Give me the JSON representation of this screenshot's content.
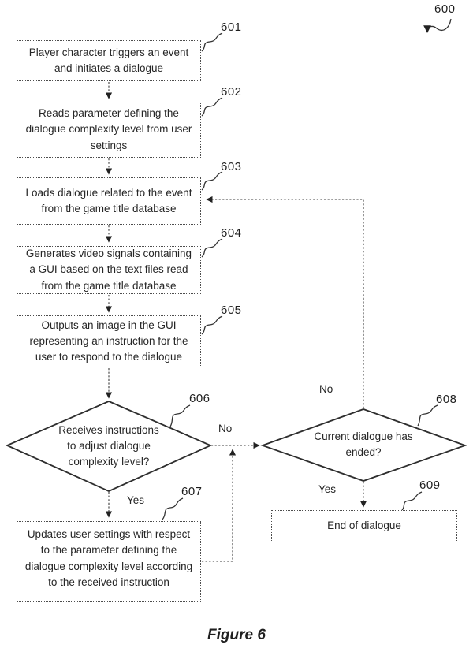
{
  "figure": {
    "reference": "600",
    "caption": "Figure 6"
  },
  "boxes": [
    {
      "ref": "601",
      "lines": [
        "Player character triggers an event",
        "and initiates a dialogue"
      ]
    },
    {
      "ref": "602",
      "lines": [
        "Reads parameter defining the",
        "dialogue complexity level from user",
        "settings"
      ]
    },
    {
      "ref": "603",
      "lines": [
        "Loads dialogue related to the event",
        "from the game title database"
      ]
    },
    {
      "ref": "604",
      "lines": [
        "Generates video signals containing",
        "a GUI based on the text files read",
        "from the game title database"
      ]
    },
    {
      "ref": "605",
      "lines": [
        "Outputs an image in the GUI",
        "representing an instruction for the",
        "user to respond to the dialogue"
      ]
    },
    {
      "ref": "607",
      "lines": [
        "Updates user settings with respect",
        "to the parameter defining the",
        "dialogue complexity level according",
        "to the received instruction"
      ]
    },
    {
      "ref": "609",
      "lines": [
        "End of dialogue"
      ]
    }
  ],
  "decisions": [
    {
      "ref": "606",
      "lines": [
        "Receives instructions",
        "to adjust dialogue",
        "complexity level?"
      ],
      "yes_label": "Yes",
      "no_label": "No"
    },
    {
      "ref": "608",
      "lines": [
        "Current dialogue has",
        "ended?"
      ],
      "yes_label": "Yes",
      "no_label": "No"
    }
  ]
}
